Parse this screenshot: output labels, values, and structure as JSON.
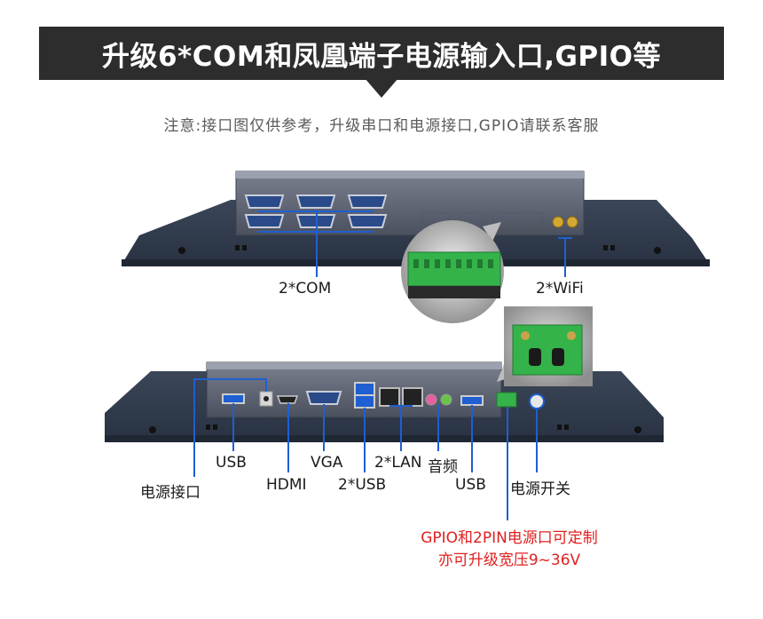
{
  "banner": {
    "title": "升级6*COM和凤凰端子电源输入口,GPIO等"
  },
  "note": "注意:接口图仅供参考，升级串口和电源接口,GPIO请联系客服",
  "top_panel": {
    "com_label": "2*COM",
    "wifi_label": "2*WiFi"
  },
  "bottom_panel": {
    "usb_left": "USB",
    "power_port": "电源接口",
    "hdmi": "HDMI",
    "vga": "VGA",
    "usb_double": "2*USB",
    "lan": "2*LAN",
    "audio": "音频",
    "usb_right": "USB",
    "power_switch": "电源开关"
  },
  "custom_note": {
    "line1": "GPIO和2PIN电源口可定制",
    "line2": "亦可升级宽压9~36V"
  },
  "colors": {
    "banner": "#2d2d2d",
    "panel": "#2f3a4d",
    "chassis": "#5a6070",
    "callout": "#1f5fd1",
    "accent_red": "#e02020",
    "terminal_green": "#34b34a"
  }
}
